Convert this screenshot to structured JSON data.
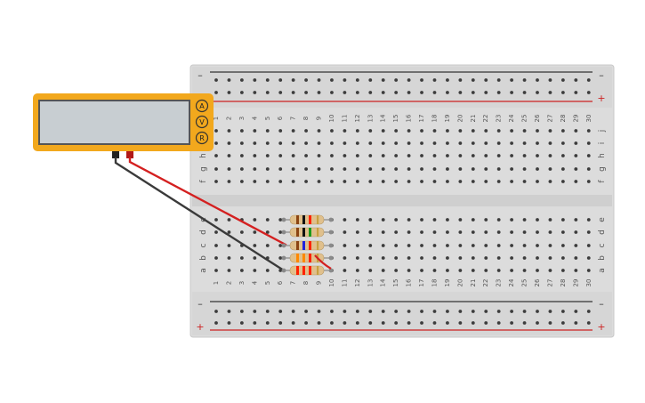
{
  "multimeter": {
    "display_text": "",
    "modes": [
      {
        "id": "current",
        "label": "A"
      },
      {
        "id": "voltage",
        "label": "V"
      },
      {
        "id": "resistance",
        "label": "R"
      }
    ],
    "body_color": "#f2a81d",
    "display_color": "#c8ced2"
  },
  "breadboard": {
    "columns": [
      "1",
      "2",
      "3",
      "4",
      "5",
      "6",
      "7",
      "8",
      "9",
      "10",
      "11",
      "12",
      "13",
      "14",
      "15",
      "16",
      "17",
      "18",
      "19",
      "20",
      "21",
      "22",
      "23",
      "24",
      "25",
      "26",
      "27",
      "28",
      "29",
      "30"
    ],
    "upper_rows": [
      "j",
      "i",
      "h",
      "g",
      "f"
    ],
    "lower_rows": [
      "e",
      "d",
      "c",
      "b",
      "a"
    ],
    "rail_minus": "–",
    "rail_plus": "+",
    "body_color": "#dcdcdc",
    "hole_color": "#3c3c3c",
    "minus_line_color": "#333333",
    "plus_line_color": "#cc2222"
  },
  "resistors": [
    {
      "row": "e",
      "bands": [
        "#8b4513",
        "#111111",
        "#ff2200"
      ]
    },
    {
      "row": "d",
      "bands": [
        "#8b4513",
        "#111111",
        "#1a9a1a"
      ]
    },
    {
      "row": "c",
      "bands": [
        "#8b4513",
        "#2222dd",
        "#ff2200"
      ]
    },
    {
      "row": "b",
      "bands": [
        "#ff8800",
        "#ff8800",
        "#ff2200"
      ]
    },
    {
      "row": "a",
      "bands": [
        "#ff2200",
        "#ff2200",
        "#ff2200"
      ]
    }
  ],
  "probes": [
    {
      "name": "black-probe",
      "color": "#3a3a3a"
    },
    {
      "name": "red-probe",
      "color": "#d42020"
    }
  ]
}
